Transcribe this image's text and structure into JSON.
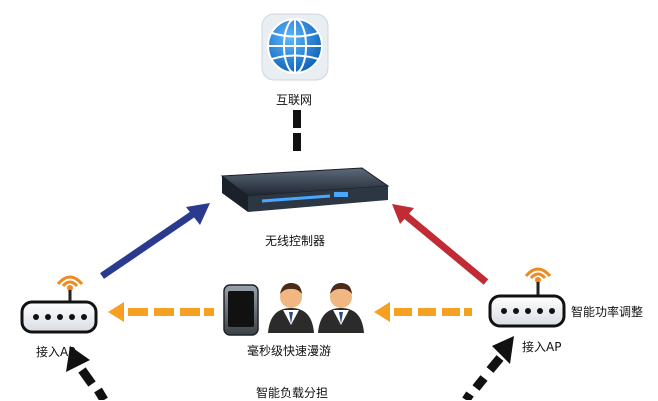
{
  "labels": {
    "internet": "互联网",
    "controller": "无线控制器",
    "ap_left": "接入AP",
    "ap_right": "接入AP",
    "power_adjust": "智能功率调整",
    "roaming": "毫秒级快速漫游",
    "load_balance": "智能负载分担"
  },
  "colors": {
    "globe": "#1f7fd6",
    "arrow_left": "#2a3a8f",
    "arrow_right": "#c12b33",
    "arrow_dashed": "#f5a020",
    "connector": "#111111",
    "router_body": "#2e3440",
    "ap_signal": "#f08a1e"
  },
  "icons": {
    "internet": "globe-icon",
    "controller": "router-icon",
    "ap": "wireless-ap-icon",
    "phone": "smartphone-icon",
    "user": "user-icon"
  }
}
